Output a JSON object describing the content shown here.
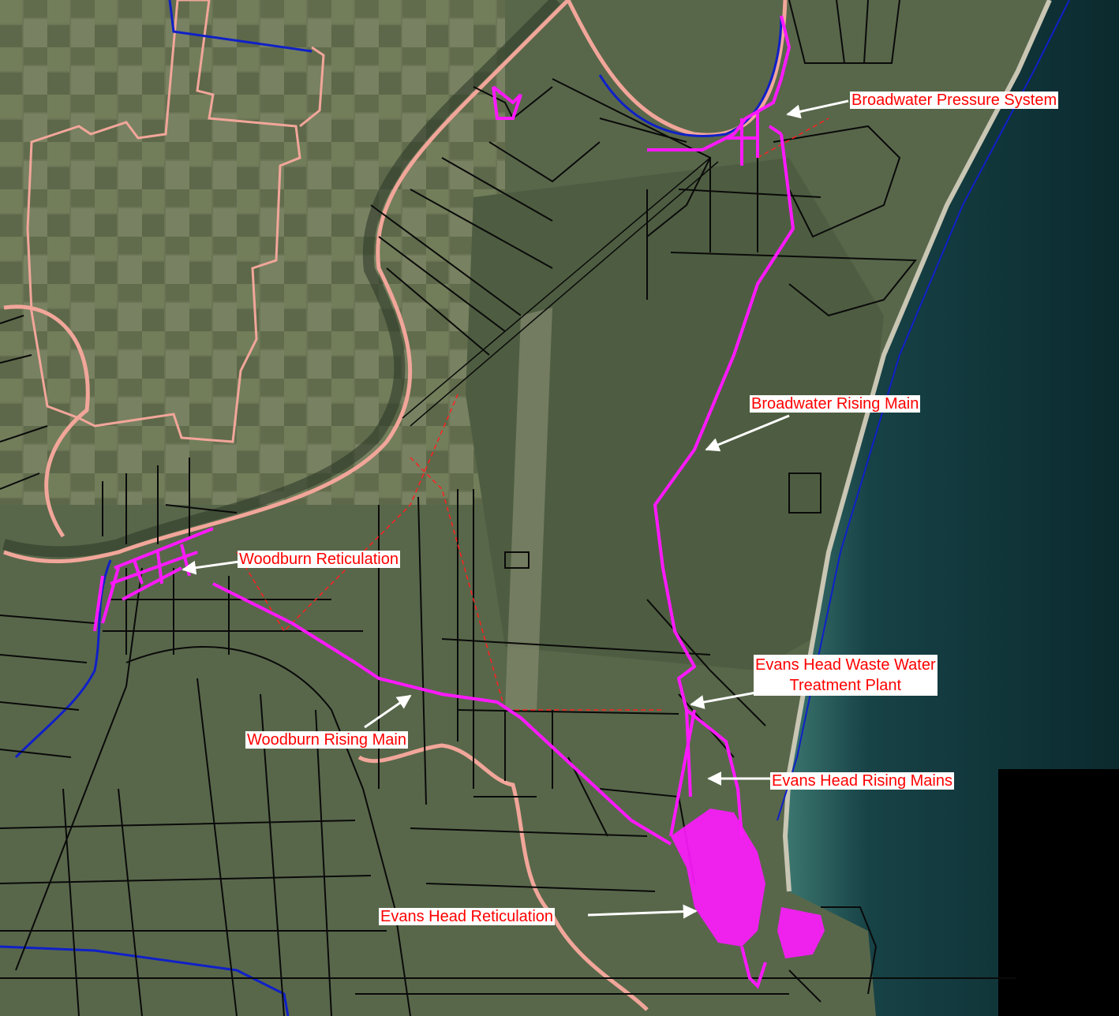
{
  "labels": {
    "broadwater_pressure": "Broadwater Pressure System",
    "broadwater_rising": "Broadwater Rising Main",
    "woodburn_reticulation": "Woodburn Reticulation",
    "woodburn_rising": "Woodburn Rising Main",
    "evans_wwtp_line1": "Evans Head Waste Water",
    "evans_wwtp_line2": "Treatment Plant",
    "evans_rising": "Evans Head Rising Mains",
    "evans_reticulation": "Evans Head Reticulation"
  },
  "colors": {
    "farmland": "#6b7553",
    "wetland": "#556448",
    "ocean": "#0b2a2e",
    "ocean_edge": "#2f5f5a",
    "beach": "#c9c6b4",
    "black_corner": "#000000",
    "river_corridor": "#f2a69a",
    "cadastre": "#0a0a0a",
    "sewer": "#ff19ff",
    "arrow": "#ffffff",
    "blue_boundary": "#1020c8",
    "label_text": "#ff0000",
    "label_bg": "#ffffff"
  }
}
